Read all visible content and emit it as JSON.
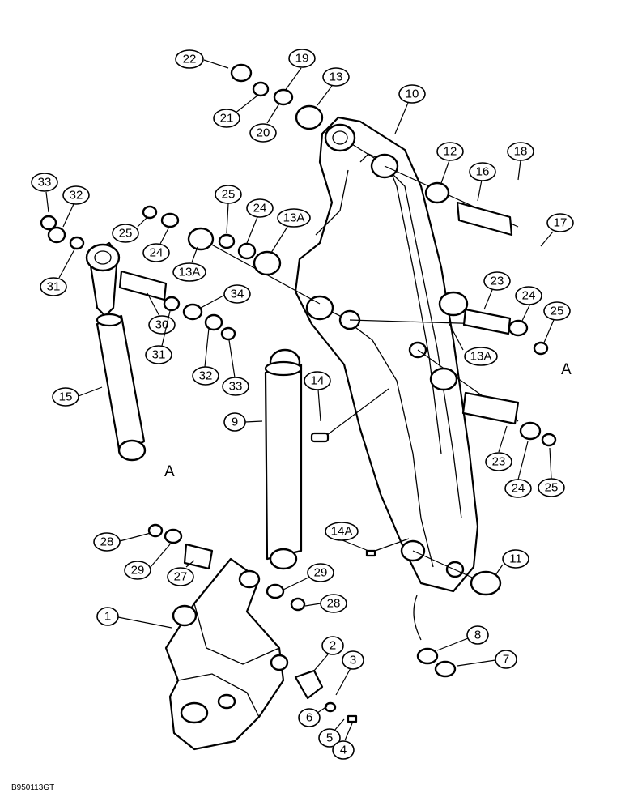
{
  "callouts": {
    "p1": "1",
    "p2": "2",
    "p3": "3",
    "p4": "4",
    "p5": "5",
    "p6": "6",
    "p7": "7",
    "p8": "8",
    "p9": "9",
    "p10": "10",
    "p11": "11",
    "p12": "12",
    "p13": "13",
    "p13a_1": "13A",
    "p13a_2": "13A",
    "p13a_3": "13A",
    "p14": "14",
    "p14a": "14A",
    "p15": "15",
    "p16": "16",
    "p17": "17",
    "p18": "18",
    "p19": "19",
    "p20": "20",
    "p21": "21",
    "p22": "22",
    "p23_1": "23",
    "p23_2": "23",
    "p24_1": "24",
    "p24_2": "24",
    "p24_3": "24",
    "p24_4": "24",
    "p25_1": "25",
    "p25_2": "25",
    "p25_3": "25",
    "p25_4": "25",
    "p27": "27",
    "p28_1": "28",
    "p28_2": "28",
    "p29_1": "29",
    "p29_2": "29",
    "p30": "30",
    "p31_1": "31",
    "p31_2": "31",
    "p32_1": "32",
    "p32_2": "32",
    "p33_1": "33",
    "p33_2": "33",
    "p34": "34"
  },
  "reference_letters": {
    "a_left": "A",
    "a_right": "A"
  },
  "figure_code": "B950113GT"
}
